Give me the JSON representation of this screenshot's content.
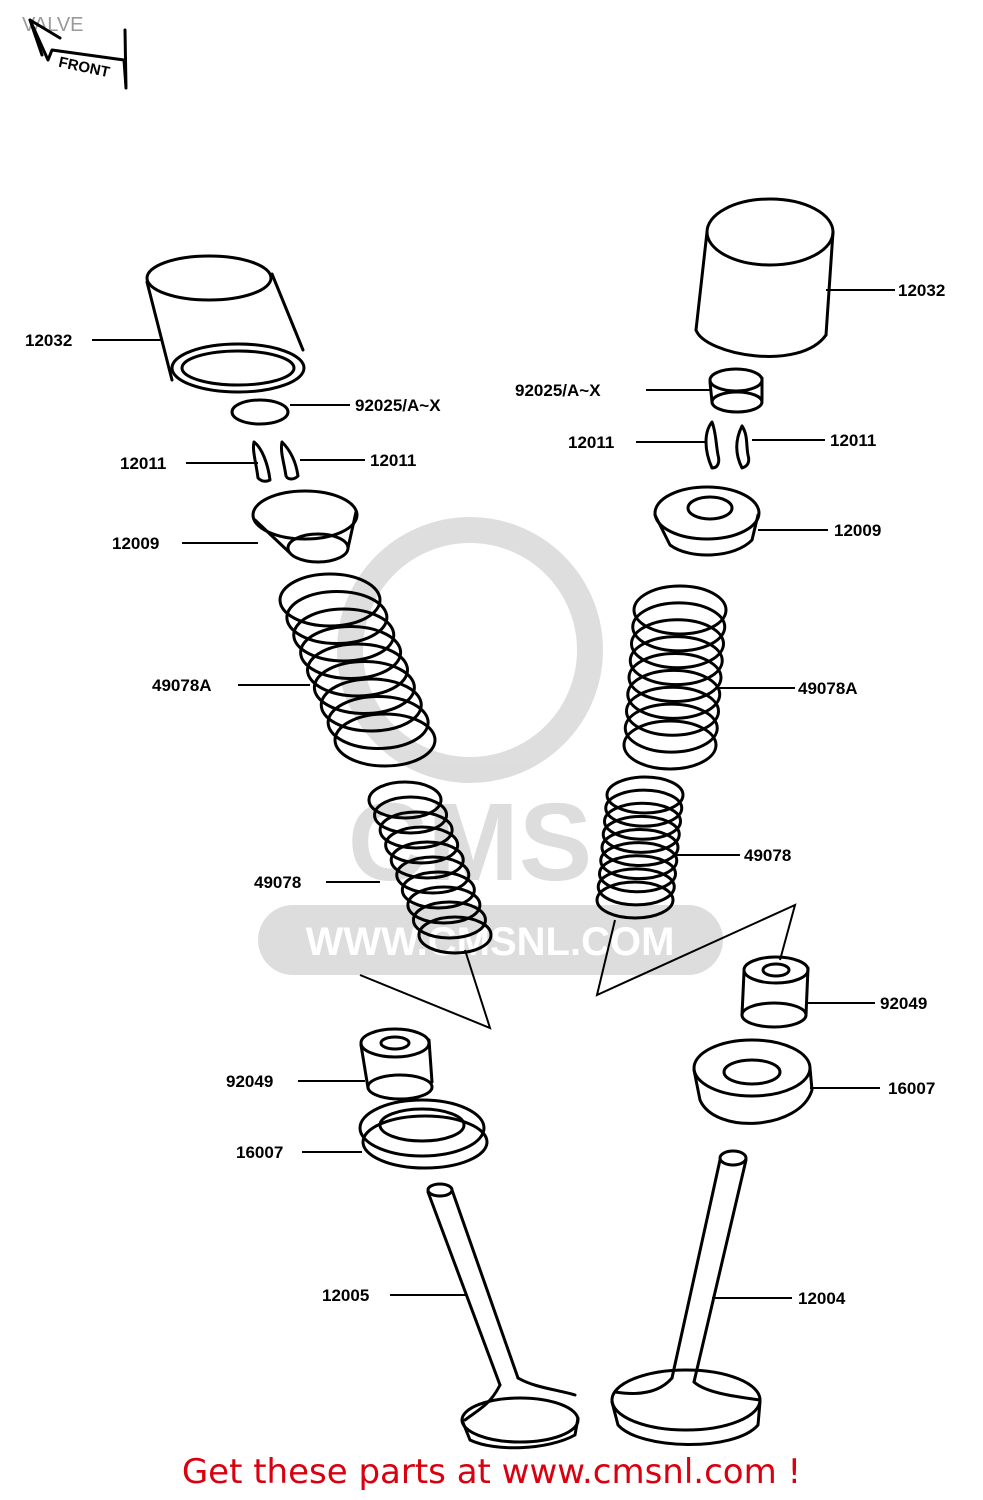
{
  "title": "VALVE",
  "front_marker": "FRONT",
  "watermark": {
    "brand": "CMS",
    "url": "WWW.CMSNL.COM"
  },
  "footer": "Get these parts at www.cmsnl.com !",
  "parts": [
    {
      "id": "lbl-12032-left",
      "label": "12032"
    },
    {
      "id": "lbl-92025-left",
      "label": "92025/A~X"
    },
    {
      "id": "lbl-12011-left-a",
      "label": "12011"
    },
    {
      "id": "lbl-12011-left-b",
      "label": "12011"
    },
    {
      "id": "lbl-12009-left",
      "label": "12009"
    },
    {
      "id": "lbl-49078A-left",
      "label": "49078A"
    },
    {
      "id": "lbl-49078-left",
      "label": "49078"
    },
    {
      "id": "lbl-92049-left",
      "label": "92049"
    },
    {
      "id": "lbl-16007-left",
      "label": "16007"
    },
    {
      "id": "lbl-12005",
      "label": "12005"
    },
    {
      "id": "lbl-12032-right",
      "label": "12032"
    },
    {
      "id": "lbl-92025-right",
      "label": "92025/A~X"
    },
    {
      "id": "lbl-12011-right-a",
      "label": "12011"
    },
    {
      "id": "lbl-12011-right-b",
      "label": "12011"
    },
    {
      "id": "lbl-12009-right",
      "label": "12009"
    },
    {
      "id": "lbl-49078A-right",
      "label": "49078A"
    },
    {
      "id": "lbl-49078-right",
      "label": "49078"
    },
    {
      "id": "lbl-92049-right",
      "label": "92049"
    },
    {
      "id": "lbl-16007-right",
      "label": "16007"
    },
    {
      "id": "lbl-12004",
      "label": "12004"
    }
  ]
}
